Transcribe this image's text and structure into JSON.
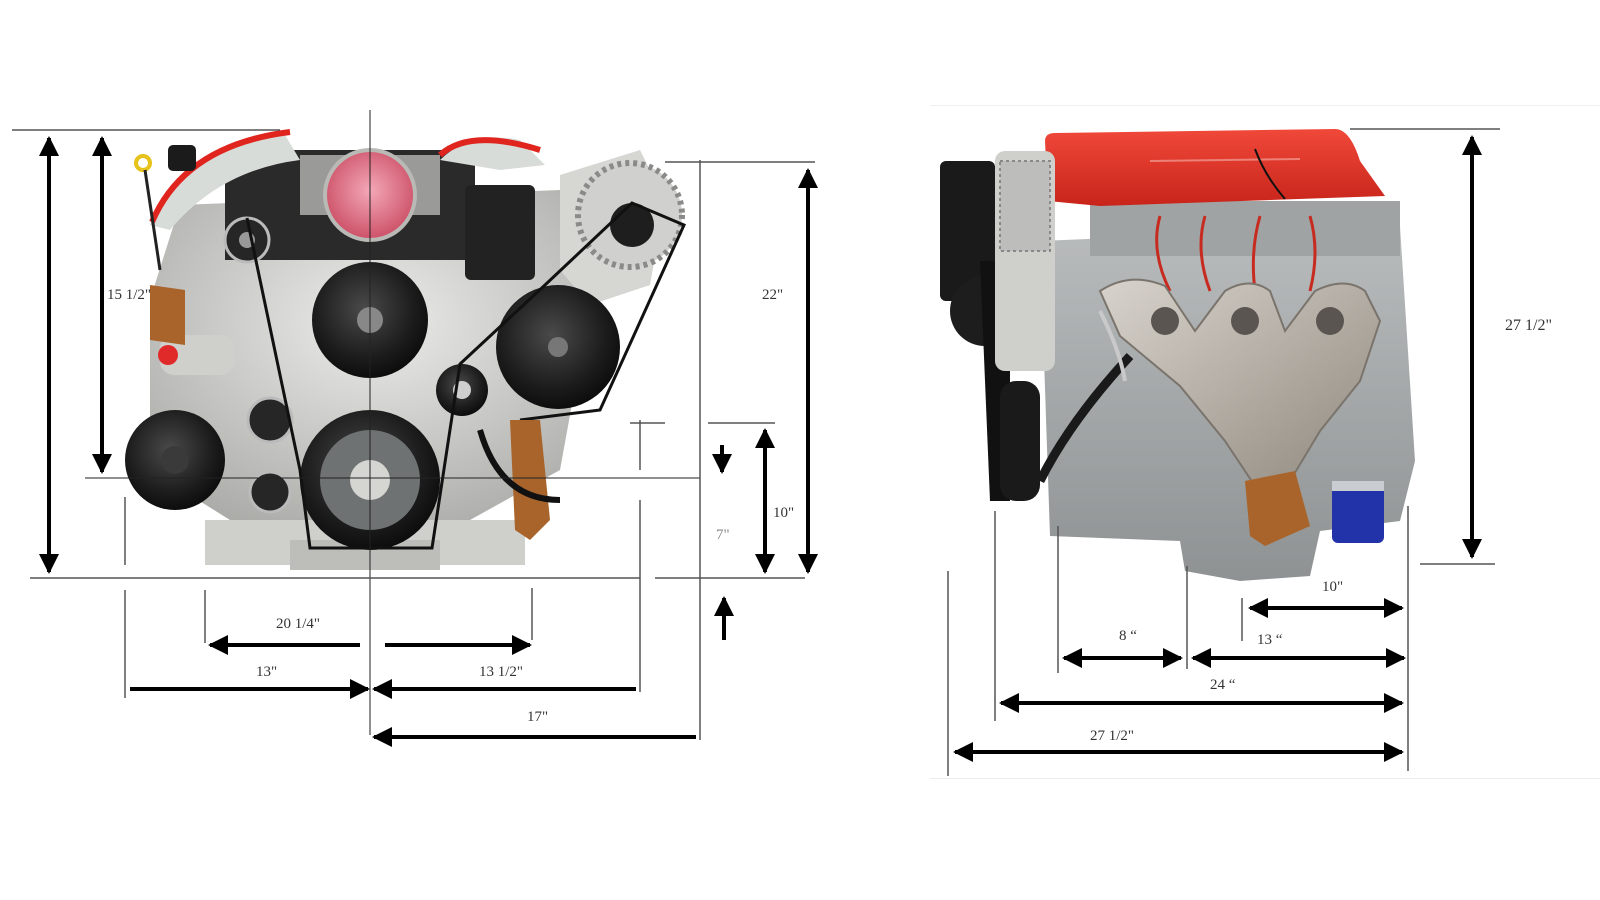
{
  "figure": {
    "views": [
      {
        "id": "front",
        "description": "Engine front view with accessory drive",
        "dimensions": {
          "overall_height": "",
          "upper_height": "15 1/2\"",
          "right_total_height": "22\"",
          "lower_right_height": "10\"",
          "lower_inner_height": "7\"",
          "width_inner": "20 1/4\"",
          "left_half_width": "13\"",
          "right_half_width": "13 1/2\"",
          "right_overall_width": "17\""
        }
      },
      {
        "id": "side",
        "description": "Engine side view with exhaust manifold",
        "dimensions": {
          "overall_height": "27 1/2\"",
          "rear_offset": "10\"",
          "front_segment": "8 “",
          "rear_segment": "13 “",
          "block_length": "24 “",
          "overall_length": "27 1/2\""
        }
      }
    ],
    "colors": {
      "valve_cover_red": "#e23a2e",
      "aluminum": "#c9c9c6",
      "pulley_black": "#1c1c1c",
      "exhaust_steel": "#b3aca2",
      "oil_filter_blue": "#2233aa",
      "rust": "#a8642a",
      "dimension_line": "#000000",
      "extension_line": "#555555"
    }
  }
}
